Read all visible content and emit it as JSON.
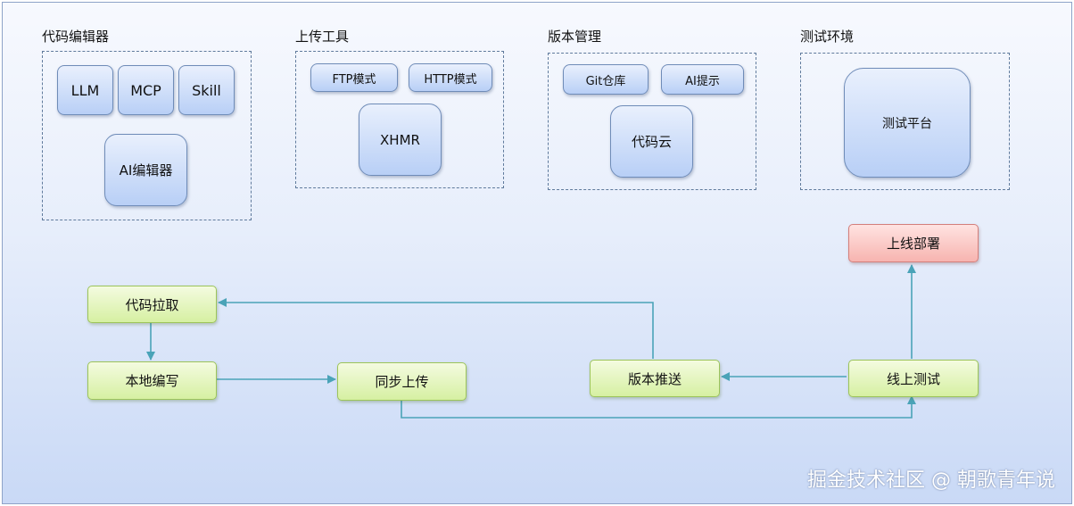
{
  "groups": {
    "editor": {
      "title": "代码编辑器",
      "items": [
        "LLM",
        "MCP",
        "Skill"
      ],
      "main": "AI编辑器"
    },
    "upload": {
      "title": "上传工具",
      "items": [
        "FTP模式",
        "HTTP模式"
      ],
      "main": "XHMR"
    },
    "version": {
      "title": "版本管理",
      "items": [
        "Git仓库",
        "AI提示"
      ],
      "main": "代码云"
    },
    "test": {
      "title": "测试环境",
      "main": "测试平台"
    }
  },
  "flow": {
    "pull": "代码拉取",
    "local_write": "本地编写",
    "sync_upload": "同步上传",
    "version_push": "版本推送",
    "online_test": "线上测试",
    "deploy": "上线部署"
  },
  "watermark": "掘金技术社区 @ 朝歌青年说",
  "colors": {
    "arrow": "#4aa3b8",
    "tool_border": "#6f8cb8",
    "step_fill": "#d6f0a2",
    "deploy_fill": "#f7b4b0"
  }
}
